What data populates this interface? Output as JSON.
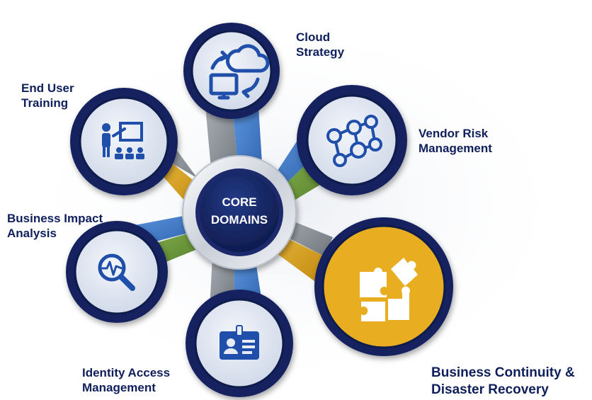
{
  "center": {
    "line1": "CORE",
    "line2": "DOMAINS"
  },
  "domains": {
    "cloud": {
      "line1": "Cloud",
      "line2": "Strategy",
      "icon": "cloud-sync-icon"
    },
    "training": {
      "line1": "End User",
      "line2": "Training",
      "icon": "presentation-training-icon"
    },
    "vendor": {
      "line1": "Vendor Risk",
      "line2": "Management",
      "icon": "network-people-icon"
    },
    "impact": {
      "line1": "Business Impact",
      "line2": "Analysis",
      "icon": "magnifier-pulse-icon"
    },
    "identity": {
      "line1": "Identity Access",
      "line2": "Management",
      "icon": "id-badge-icon"
    },
    "continuity": {
      "line1": "Business Continuity &",
      "line2": "Disaster Recovery",
      "icon": "puzzle-pieces-icon"
    }
  },
  "colors": {
    "navy": "#13235e",
    "ring_light": "#dde3ef",
    "highlight": "#e9ad22",
    "label_text": "#0f1f5c",
    "spoke_blue": "#3f7fd0",
    "spoke_gold": "#d9a21c",
    "spoke_green": "#6b9e3a",
    "spoke_gray": "#8e959c"
  }
}
